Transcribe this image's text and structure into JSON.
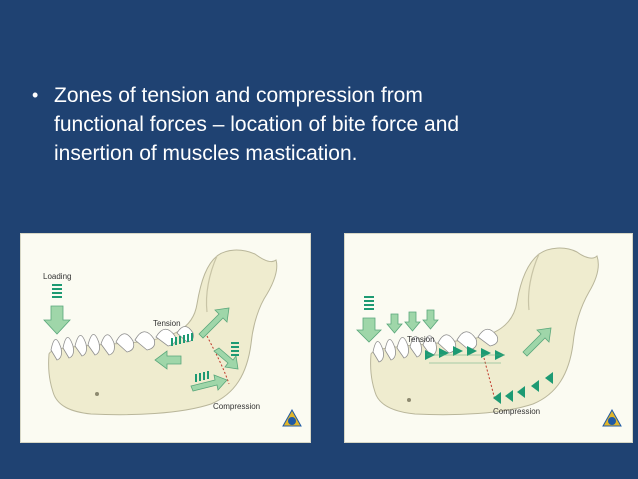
{
  "slide": {
    "bullet_symbol": "•",
    "bullet_lines": [
      "Zones of tension and compression from",
      "functional  forces – location of bite force and",
      "insertion of muscles mastication."
    ]
  },
  "figures": {
    "left": {
      "loading_label": "Loading",
      "tension_label": "Tension",
      "compression_label": "Compression"
    },
    "right": {
      "tension_label": "Tension",
      "compression_label": "Compression"
    }
  },
  "colors": {
    "background": "#1f4272",
    "text": "#ffffff",
    "bone": "#efeccf",
    "arrow": "#9fd6a9",
    "arrow_dark": "#1d9a73",
    "stress_line": "#c0392b"
  }
}
